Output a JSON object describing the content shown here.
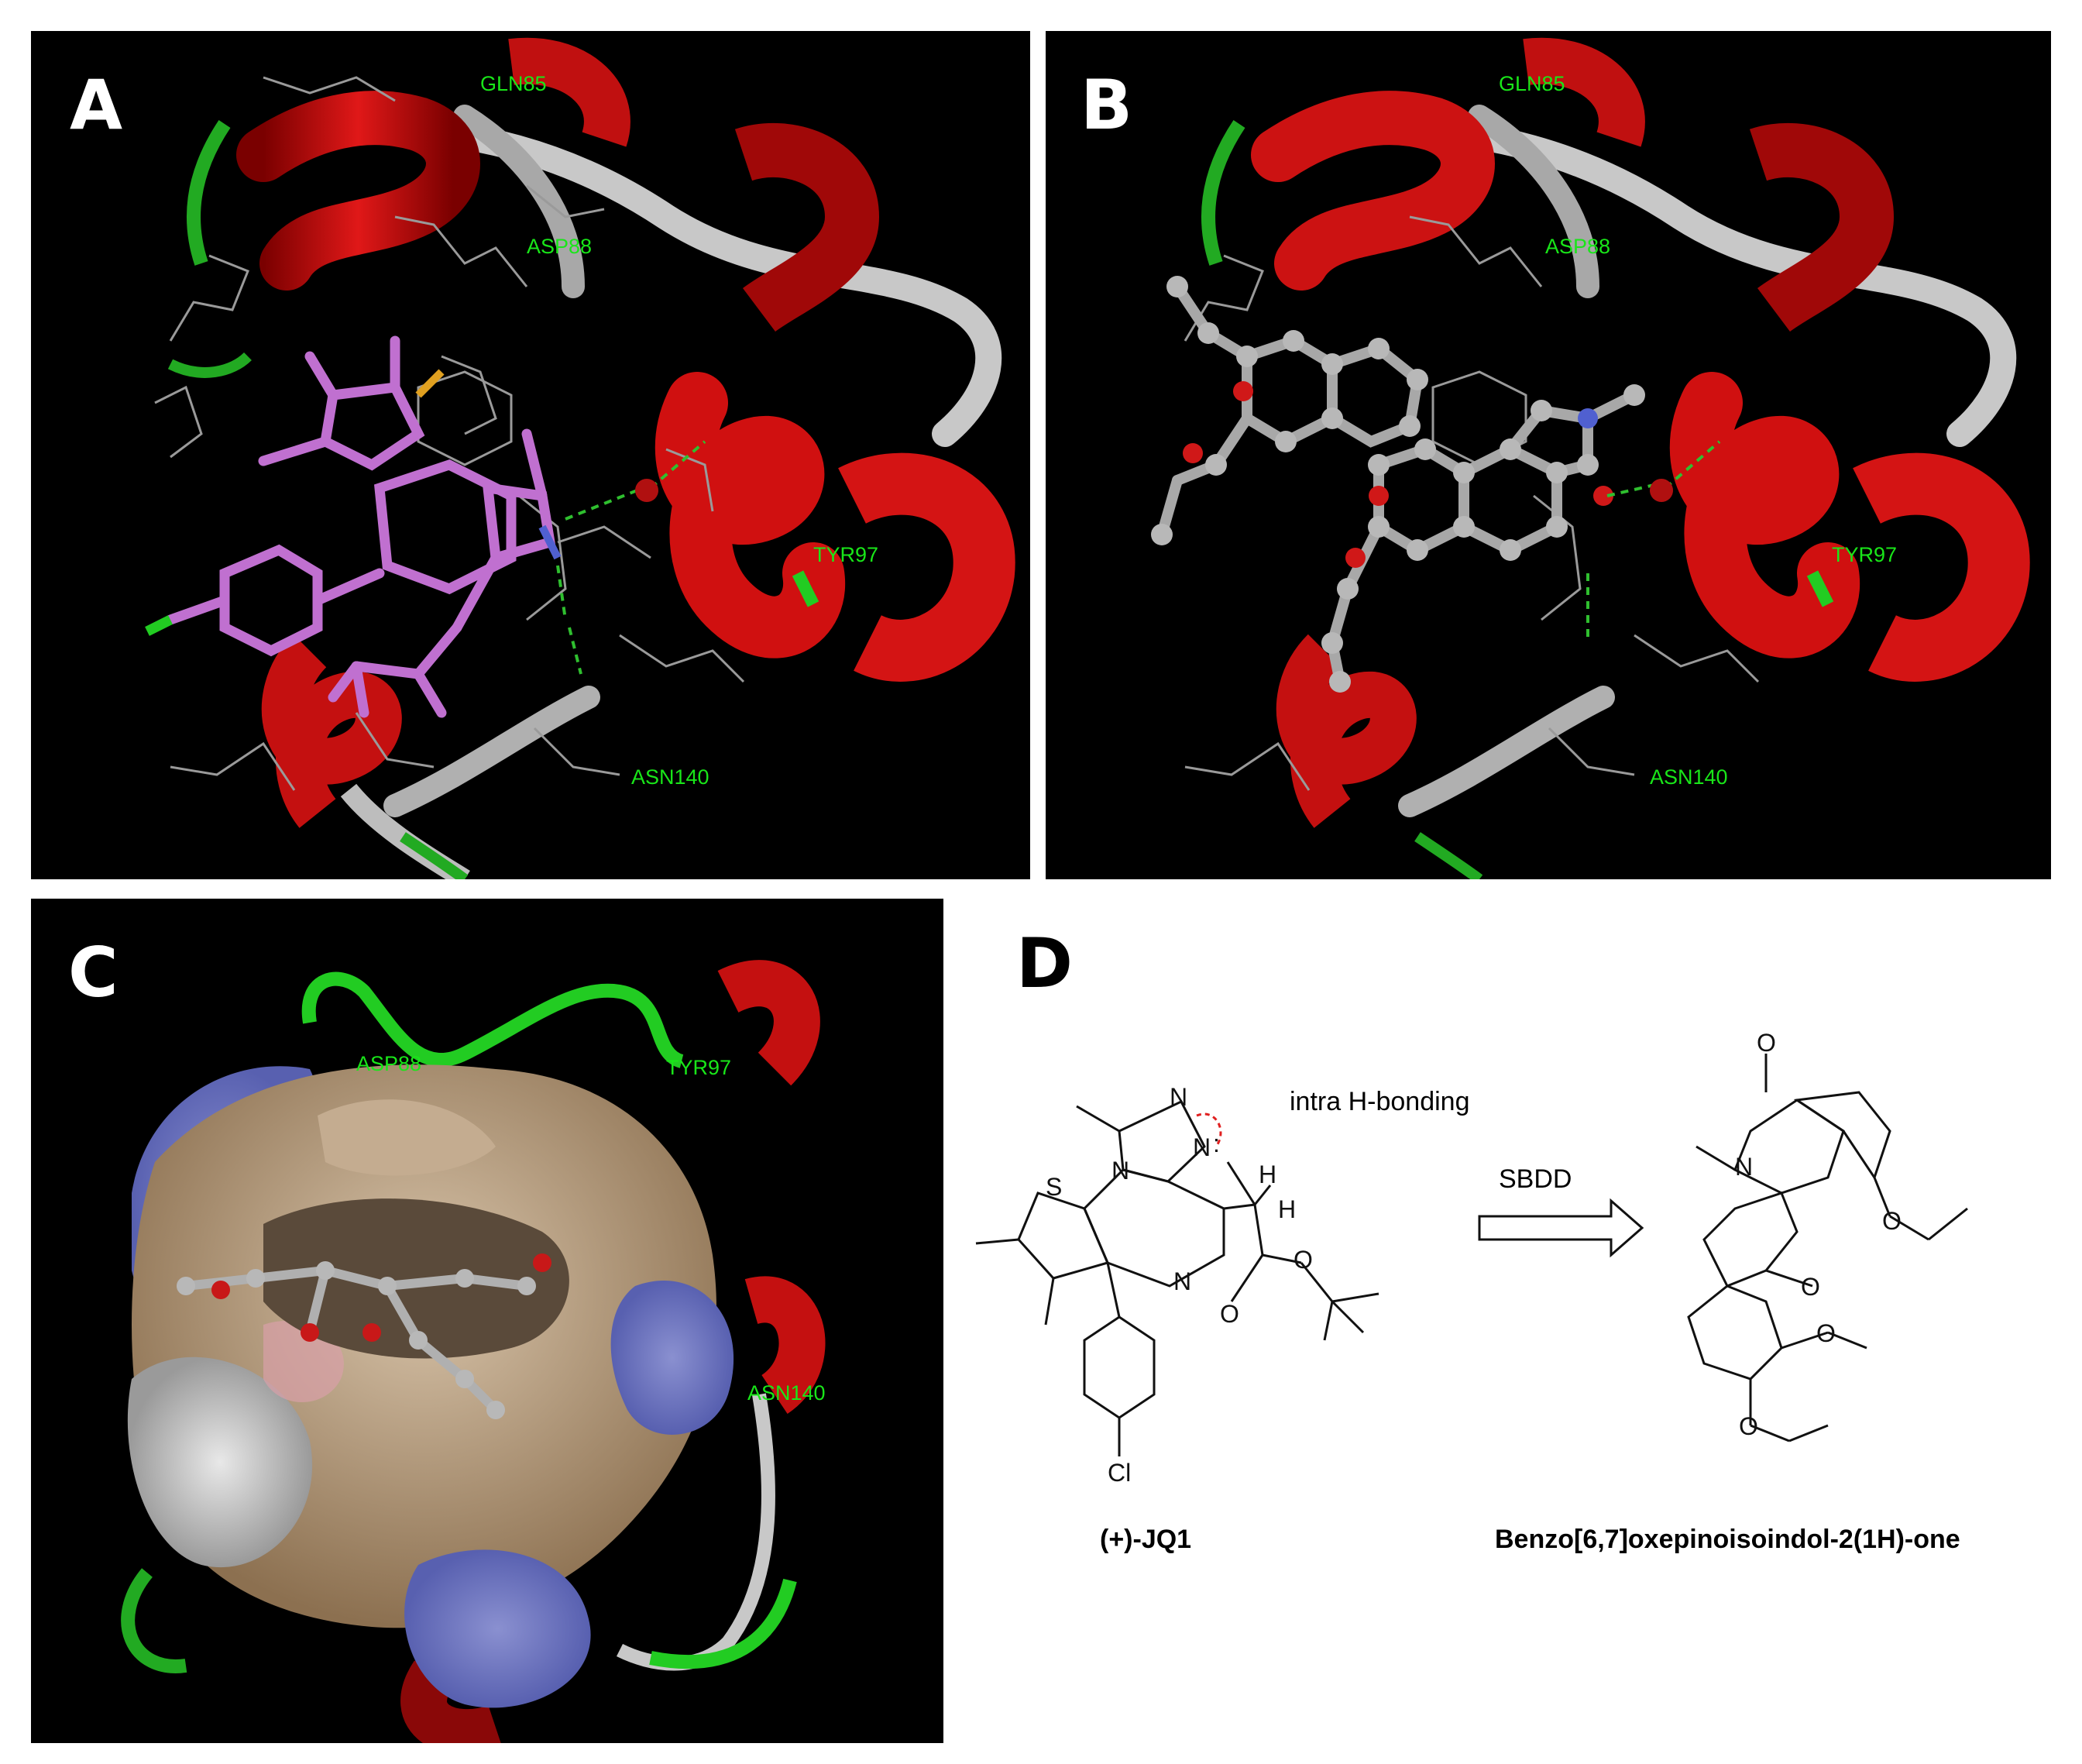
{
  "panels": {
    "a": {
      "letter": "A",
      "residues": {
        "gln85": "GLN85",
        "asp88": "ASP88",
        "tyr97": "TYR97",
        "asn140": "ASN140"
      }
    },
    "b": {
      "letter": "B",
      "residues": {
        "gln85": "GLN85",
        "asp88": "ASP88",
        "tyr97": "TYR97",
        "asn140": "ASN140"
      }
    },
    "c": {
      "letter": "C",
      "residues": {
        "asp88": "ASP88",
        "tyr97": "TYR97",
        "asn140": "ASN140"
      }
    },
    "d": {
      "letter": "D",
      "hbond_note": "intra H-bonding",
      "arrow_label": "SBDD",
      "compound_left": "(+)-JQ1",
      "compound_right": "Benzo[6,7]oxepinoisoindol-2(1H)-one",
      "atoms": {
        "n": "N",
        "s": "S",
        "h": "H",
        "o": "O",
        "cl": "Cl",
        "lone_pair": ":"
      }
    }
  },
  "colors": {
    "helix": "#d01010",
    "coil": "#b8b8b8",
    "loop_green": "#22bb22",
    "ligand_a": "#c070d0",
    "ligand_b": "#a8a8a8",
    "residue_text": "#19e619",
    "hbond": "#2fbf2f"
  }
}
